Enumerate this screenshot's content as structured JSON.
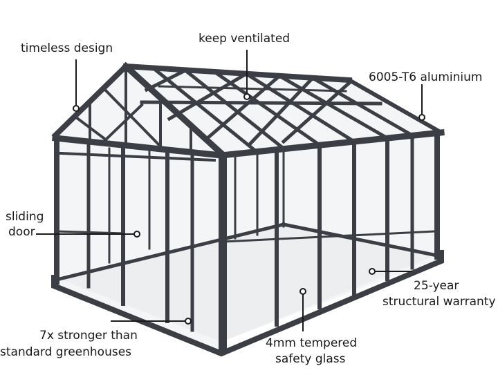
{
  "labels": {
    "timeless": "timeless design",
    "ventilated": "keep ventilated",
    "aluminium": "6005-T6 aluminium",
    "sliding_1": "sliding",
    "sliding_2": "door",
    "warranty_1": "25-year",
    "warranty_2": "structural warranty",
    "glass_1": "4mm tempered",
    "glass_2": "safety glass",
    "stronger_1": "7x stronger than",
    "stronger_2": "standard greenhouses"
  },
  "colors": {
    "frame": "#3b3e44",
    "frame_dark": "#2a2c30",
    "glass": "#f3f5f6",
    "floor": "#eceeef",
    "callout": "#1a1a1a"
  }
}
